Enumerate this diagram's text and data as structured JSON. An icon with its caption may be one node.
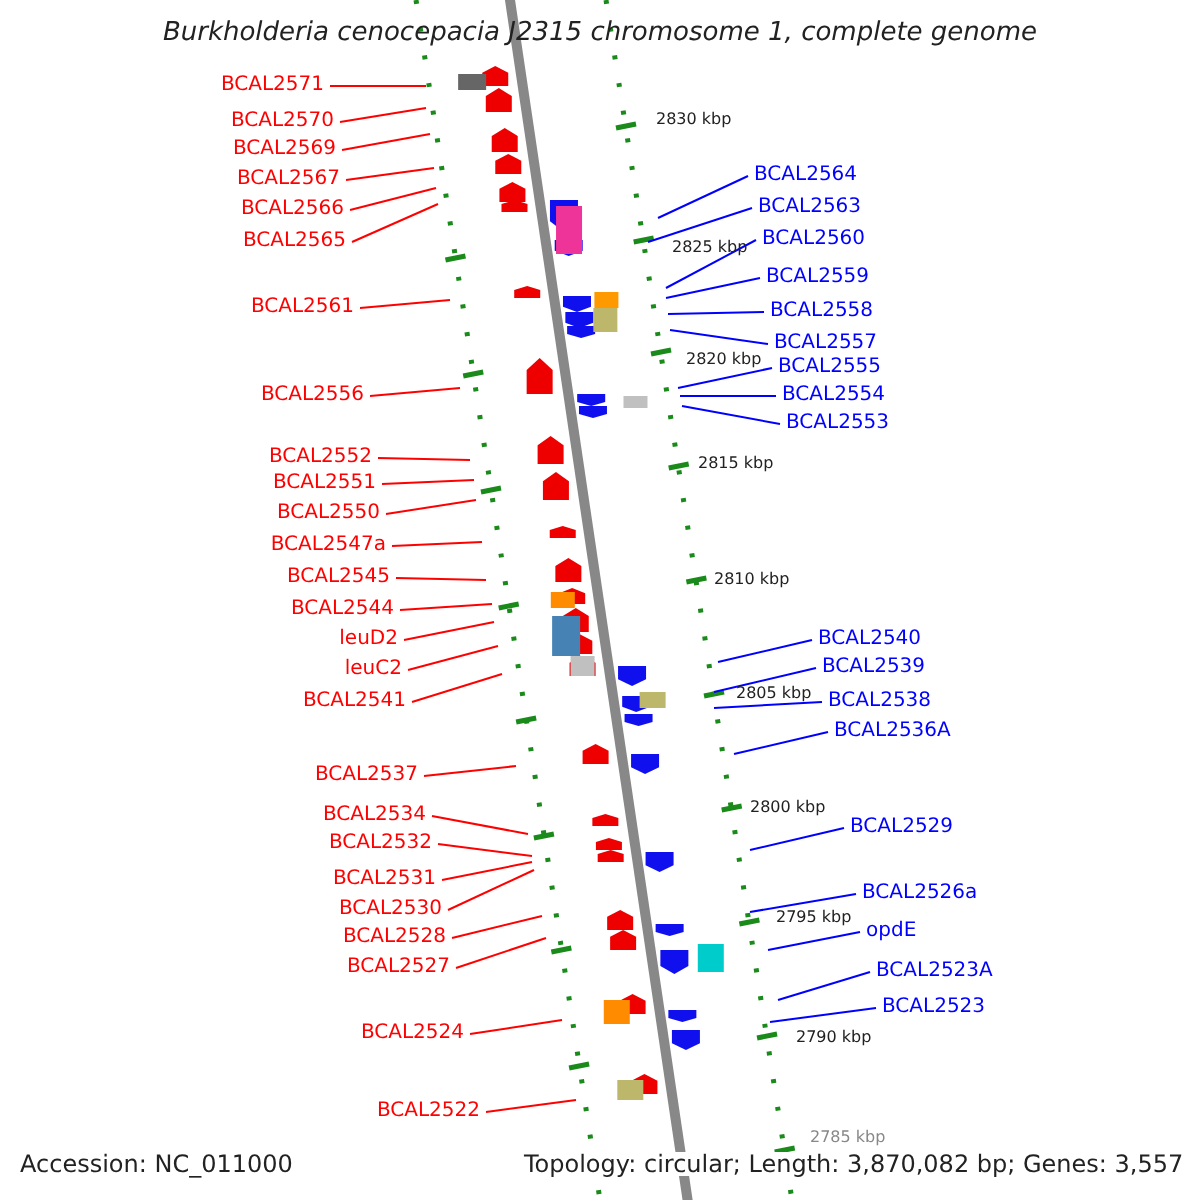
{
  "diagram": {
    "title": "Burkholderia cenocepacia J2315 chromosome 1, complete genome",
    "nodes": [
      {
        "text": [
          "BCAL2571"
        ]
      },
      {
        "text": [
          "BCAL2570"
        ]
      },
      {
        "text": [
          "BCAL2569"
        ]
      },
      {
        "text": [
          "BCAL2567"
        ]
      },
      {
        "text": [
          "BCAL2566"
        ]
      },
      {
        "text": [
          "BCAL2565"
        ]
      },
      {
        "text": [
          "BCAL2561"
        ]
      },
      {
        "text": [
          "BCAL2556"
        ]
      },
      {
        "text": [
          "BCAL2552"
        ]
      },
      {
        "text": [
          "BCAL2551"
        ]
      },
      {
        "text": [
          "BCAL2550"
        ]
      },
      {
        "text": [
          "BCAL2547a"
        ]
      },
      {
        "text": [
          "BCAL2545"
        ]
      },
      {
        "text": [
          "BCAL2544"
        ]
      },
      {
        "text": [
          "leuD2"
        ]
      },
      {
        "text": [
          "leuC2"
        ]
      },
      {
        "text": [
          "BCAL2541"
        ]
      },
      {
        "text": [
          "BCAL2537"
        ]
      },
      {
        "text": [
          "BCAL2534"
        ]
      },
      {
        "text": [
          "BCAL2532"
        ]
      },
      {
        "text": [
          "BCAL2531"
        ]
      },
      {
        "text": [
          "BCAL2530"
        ]
      },
      {
        "text": [
          "BCAL2528"
        ]
      },
      {
        "text": [
          "BCAL2527"
        ]
      },
      {
        "text": [
          "BCAL2524"
        ]
      },
      {
        "text": [
          "BCAL2522"
        ]
      },
      {
        "text": [
          "BCAL2564"
        ]
      },
      {
        "text": [
          "BCAL2563"
        ]
      },
      {
        "text": [
          "BCAL2560"
        ]
      },
      {
        "text": [
          "BCAL2559"
        ]
      },
      {
        "text": [
          "BCAL2558"
        ]
      },
      {
        "text": [
          "BCAL2557"
        ]
      },
      {
        "text": [
          "BCAL2555"
        ]
      },
      {
        "text": [
          "BCAL2554"
        ]
      },
      {
        "text": [
          "BCAL2553"
        ]
      },
      {
        "text": [
          "BCAL2540"
        ]
      },
      {
        "text": [
          "BCAL2539"
        ]
      },
      {
        "text": [
          "BCAL2538"
        ]
      },
      {
        "text": [
          "BCAL2536A"
        ]
      },
      {
        "text": [
          "BCAL2529"
        ]
      },
      {
        "text": [
          "BCAL2526a"
        ]
      },
      {
        "text": [
          "opdE"
        ]
      },
      {
        "text": [
          "BCAL2523A"
        ]
      },
      {
        "text": [
          "BCAL2523"
        ]
      }
    ],
    "edges": [
      {
        "from": 0,
        "to": null,
        "arrow": "none"
      },
      {
        "from": 1,
        "to": null,
        "arrow": "none"
      },
      {
        "from": 2,
        "to": null,
        "arrow": "none"
      },
      {
        "from": 3,
        "to": null,
        "arrow": "none"
      },
      {
        "from": 4,
        "to": null,
        "arrow": "none"
      },
      {
        "from": 5,
        "to": null,
        "arrow": "none"
      },
      {
        "from": 6,
        "to": null,
        "arrow": "none"
      },
      {
        "from": 7,
        "to": null,
        "arrow": "none"
      },
      {
        "from": 8,
        "to": null,
        "arrow": "none"
      },
      {
        "from": 9,
        "to": null,
        "arrow": "none"
      },
      {
        "from": 10,
        "to": null,
        "arrow": "none"
      },
      {
        "from": 11,
        "to": null,
        "arrow": "none"
      },
      {
        "from": 12,
        "to": null,
        "arrow": "none"
      },
      {
        "from": 13,
        "to": null,
        "arrow": "none"
      },
      {
        "from": 14,
        "to": null,
        "arrow": "none"
      },
      {
        "from": 15,
        "to": null,
        "arrow": "none"
      },
      {
        "from": 16,
        "to": null,
        "arrow": "none"
      },
      {
        "from": 17,
        "to": null,
        "arrow": "none"
      },
      {
        "from": 18,
        "to": null,
        "arrow": "none"
      },
      {
        "from": 19,
        "to": null,
        "arrow": "none"
      },
      {
        "from": 20,
        "to": null,
        "arrow": "none"
      },
      {
        "from": 21,
        "to": null,
        "arrow": "none"
      },
      {
        "from": 22,
        "to": null,
        "arrow": "none"
      },
      {
        "from": 23,
        "to": null,
        "arrow": "none"
      },
      {
        "from": 24,
        "to": null,
        "arrow": "none"
      },
      {
        "from": 25,
        "to": null,
        "arrow": "none"
      },
      {
        "from": 26,
        "to": null,
        "arrow": "none",
        "color": "#0000ff"
      },
      {
        "from": 27,
        "to": null,
        "arrow": "none",
        "color": "#0000ff"
      },
      {
        "from": 28,
        "to": null,
        "arrow": "none",
        "color": "#0000ff"
      },
      {
        "from": 29,
        "to": null,
        "arrow": "none",
        "color": "#0000ff"
      },
      {
        "from": 30,
        "to": null,
        "arrow": "none",
        "color": "#0000ff"
      },
      {
        "from": 31,
        "to": null,
        "arrow": "none",
        "color": "#0000ff"
      },
      {
        "from": 32,
        "to": null,
        "arrow": "none",
        "color": "#0000ff"
      },
      {
        "from": 33,
        "to": null,
        "arrow": "none",
        "color": "#0000ff"
      },
      {
        "from": 34,
        "to": null,
        "arrow": "none",
        "color": "#0000ff"
      },
      {
        "from": 35,
        "to": null,
        "arrow": "none",
        "color": "#0000ff"
      },
      {
        "from": 36,
        "to": null,
        "arrow": "none",
        "color": "#0000ff"
      },
      {
        "from": 37,
        "to": null,
        "arrow": "none",
        "color": "#0000ff"
      },
      {
        "from": 38,
        "to": null,
        "arrow": "none",
        "color": "#0000ff"
      },
      {
        "from": 39,
        "to": null,
        "arrow": "none",
        "color": "#0000ff"
      },
      {
        "from": 40,
        "to": null,
        "arrow": "none",
        "color": "#0000ff"
      },
      {
        "from": 41,
        "to": null,
        "arrow": "none",
        "color": "#0000ff"
      },
      {
        "from": 42,
        "to": null,
        "arrow": "none",
        "color": "#0000ff"
      },
      {
        "from": 43,
        "to": null,
        "arrow": "none",
        "color": "#0000ff"
      }
    ],
    "labels": [
      "2830 kbp",
      "2825 kbp",
      "2820 kbp",
      "2815 kbp",
      "2810 kbp",
      "2805 kbp",
      "2800 kbp",
      "2795 kbp",
      "2790 kbp",
      "2785 kbp",
      "Accession: NC_011000",
      "Topology: circular; Length: 3,870,082 bp; Genes: 3,557"
    ]
  }
}
